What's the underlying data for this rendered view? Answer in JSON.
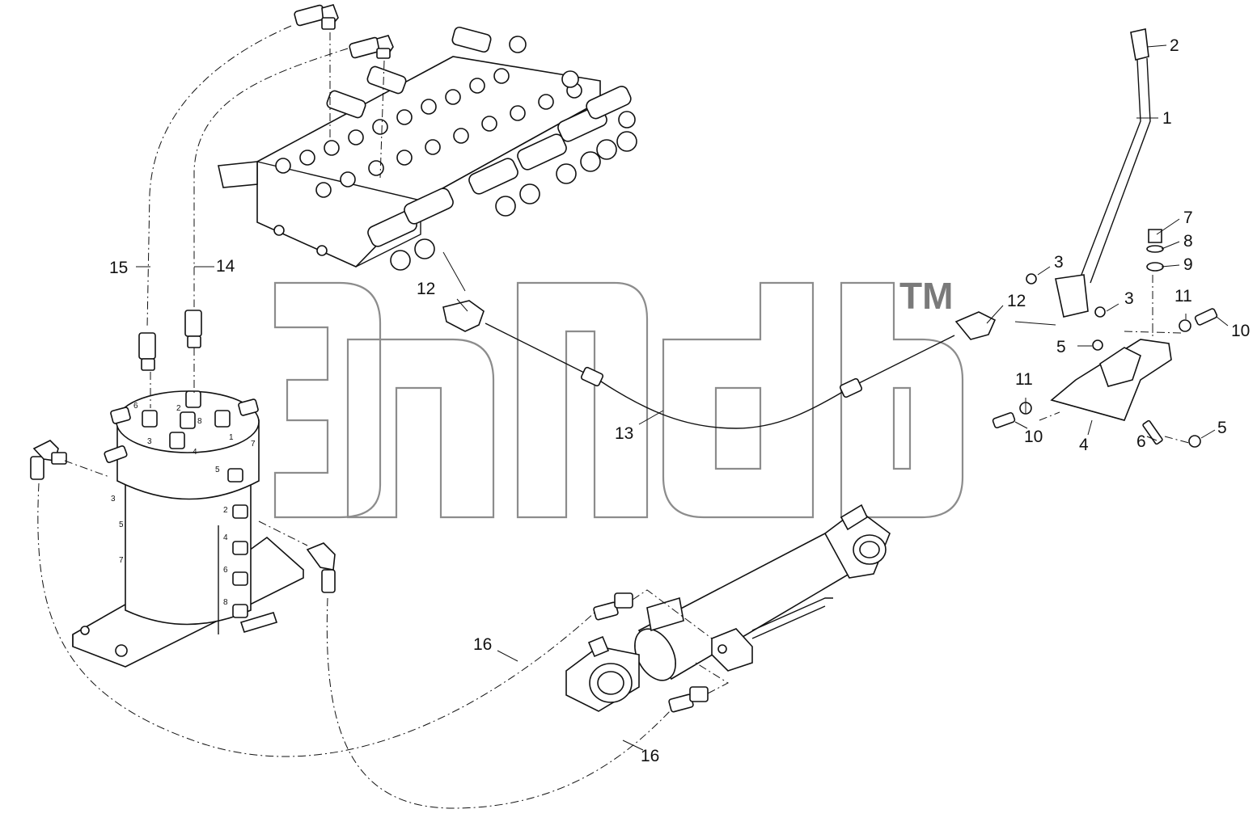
{
  "callouts": {
    "c1": "1",
    "c2": "2",
    "c3a": "3",
    "c3b": "3",
    "c4": "4",
    "c5a": "5",
    "c5b": "5",
    "c6": "6",
    "c7": "7",
    "c8": "8",
    "c9": "9",
    "c10a": "10",
    "c10b": "10",
    "c11a": "11",
    "c11b": "11",
    "c12a": "12",
    "c12b": "12",
    "c13": "13",
    "c14": "14",
    "c15": "15",
    "c16a": "16",
    "c16b": "16"
  },
  "swivel_ports": {
    "top": [
      "6",
      "2",
      "8",
      "3",
      "4",
      "1",
      "7",
      "5"
    ],
    "side_left": [
      "3",
      "5",
      "7"
    ],
    "side_right": [
      "2",
      "4",
      "6",
      "8"
    ]
  },
  "watermark": {
    "trademark": "TM"
  }
}
